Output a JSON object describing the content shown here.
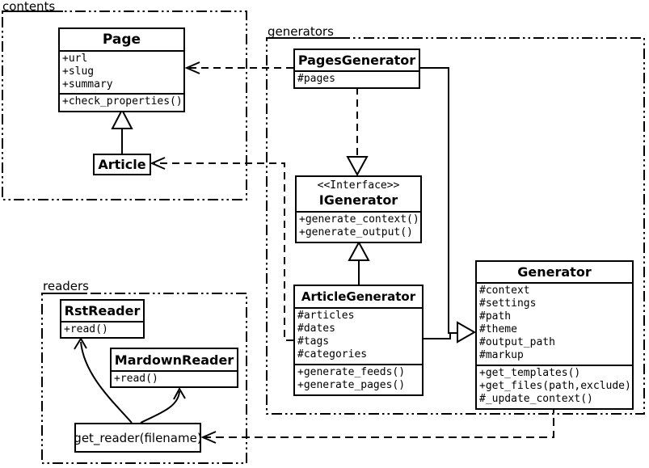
{
  "packages": {
    "contents": {
      "label": "contents"
    },
    "generators": {
      "label": "generators"
    },
    "readers": {
      "label": "readers"
    }
  },
  "classes": {
    "page": {
      "name": "Page",
      "attributes": [
        "+url",
        "+slug",
        "+summary"
      ],
      "methods": [
        "+check_properties()"
      ]
    },
    "article": {
      "name": "Article"
    },
    "pages_generator": {
      "name": "PagesGenerator",
      "attributes": [
        "#pages"
      ]
    },
    "igenerator": {
      "stereotype": "<<Interface>>",
      "name": "IGenerator",
      "methods": [
        "+generate_context()",
        "+generate_output()"
      ]
    },
    "article_generator": {
      "name": "ArticleGenerator",
      "attributes": [
        "#articles",
        "#dates",
        "#tags",
        "#categories"
      ],
      "methods": [
        "+generate_feeds()",
        "+generate_pages()"
      ]
    },
    "generator": {
      "name": "Generator",
      "attributes": [
        "#context",
        "#settings",
        "#path",
        "#theme",
        "#output_path",
        "#markup"
      ],
      "methods": [
        "+get_templates()",
        "+get_files(path,exclude)",
        "#_update_context()"
      ]
    },
    "rst_reader": {
      "name": "RstReader",
      "methods": [
        "+read()"
      ]
    },
    "mardown_reader": {
      "name": "MardownReader",
      "methods": [
        "+read()"
      ]
    }
  },
  "nodes": {
    "get_reader": {
      "label": "get_reader(filename)"
    }
  },
  "relationships": [
    {
      "from": "Article",
      "to": "Page",
      "type": "generalization"
    },
    {
      "from": "PagesGenerator",
      "to": "Page",
      "type": "dependency"
    },
    {
      "from": "ArticleGenerator",
      "to": "Article",
      "type": "dependency"
    },
    {
      "from": "PagesGenerator",
      "to": "IGenerator",
      "type": "realization"
    },
    {
      "from": "ArticleGenerator",
      "to": "IGenerator",
      "type": "generalization"
    },
    {
      "from": "PagesGenerator",
      "to": "Generator",
      "type": "generalization"
    },
    {
      "from": "ArticleGenerator",
      "to": "Generator",
      "type": "generalization"
    },
    {
      "from": "Generator",
      "to": "get_reader(filename)",
      "type": "dependency"
    },
    {
      "from": "get_reader(filename)",
      "to": "RstReader",
      "type": "call-arrow"
    },
    {
      "from": "get_reader(filename)",
      "to": "MardownReader",
      "type": "call-arrow"
    }
  ],
  "colors": {
    "line": "#000000",
    "background": "#ffffff"
  }
}
